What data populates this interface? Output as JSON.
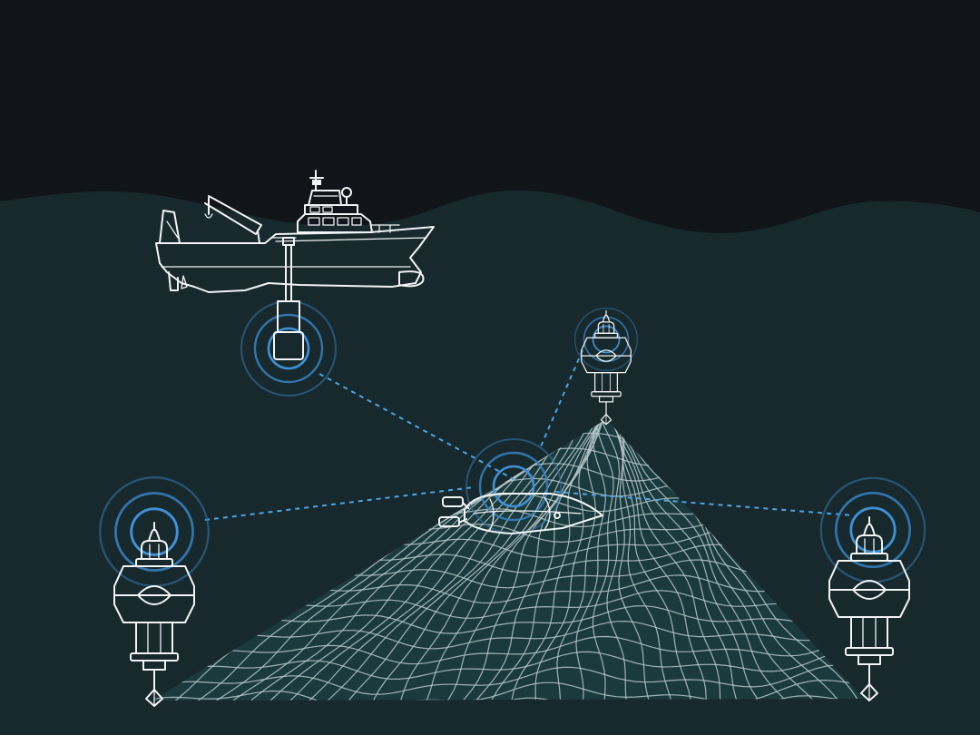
{
  "colors": {
    "sky": "#111418",
    "water": "#17292d",
    "seafloor": "#1b3a3d",
    "grid": "#b9c9cc",
    "ink": "#f2f4f5",
    "hull": "#0e1214",
    "signal": "#3f90d6",
    "link": "#4aa6e6"
  },
  "icons": [
    "survey-ship-icon",
    "hull-transducer-icon",
    "auv-icon",
    "seabed-transponder-icon",
    "acoustic-wave-icon",
    "seafloor-mesh-icon"
  ],
  "scene": {
    "nodes": [
      {
        "id": "ship-transducer",
        "icon": "hull-transducer-icon"
      },
      {
        "id": "auv",
        "icon": "auv-icon"
      },
      {
        "id": "transponder-left",
        "icon": "seabed-transponder-icon"
      },
      {
        "id": "transponder-right",
        "icon": "seabed-transponder-icon"
      },
      {
        "id": "transponder-far",
        "icon": "seabed-transponder-icon"
      }
    ],
    "links": [
      {
        "from": "ship-transducer",
        "to": "auv",
        "style": "dashed"
      },
      {
        "from": "transponder-far",
        "to": "auv",
        "style": "dashed"
      },
      {
        "from": "transponder-left",
        "to": "auv",
        "style": "dashed"
      },
      {
        "from": "transponder-right",
        "to": "auv",
        "style": "dashed"
      }
    ]
  }
}
